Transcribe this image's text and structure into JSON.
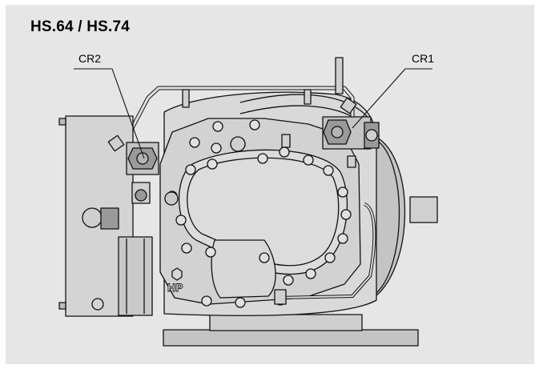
{
  "title": "HS.64 / HS.74",
  "labels": {
    "cr2": "CR2",
    "cr1": "CR1",
    "hp": "HP"
  },
  "colors": {
    "panel_bg": "#e6e6e6",
    "body_fill": "#d9d9d9",
    "shade_fill": "#c4c4c4",
    "dark_fill": "#9a9a9a",
    "line": "#111111"
  }
}
